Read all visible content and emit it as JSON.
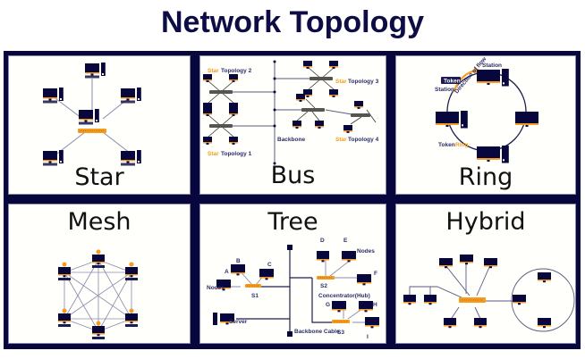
{
  "title": "Network Topology",
  "colors": {
    "navy": "#07063d",
    "orange": "#f79b1c",
    "panel_bg": "#fffffb",
    "line": "#8b8ab0"
  },
  "panels": [
    {
      "id": "star",
      "label": "Star"
    },
    {
      "id": "bus",
      "label": "Bus",
      "annotations": {
        "star1_prefix": "Star",
        "star1_suffix": " Topology 1",
        "star2_prefix": "Star",
        "star2_suffix": " Topology 2",
        "star3_prefix": "Star",
        "star3_suffix": " Topology 3",
        "star4_prefix": "Star",
        "star4_suffix": " Topology 4",
        "backbone": "Backbone"
      }
    },
    {
      "id": "ring",
      "label": "Ring",
      "annotations": {
        "station_top": "Station",
        "station_left": "Station",
        "token": "Token",
        "direction": "Direction of flow",
        "token_ring_prefix": "Token",
        "token_ring_suffix": " Ring"
      }
    },
    {
      "id": "mesh",
      "label": "Mesh"
    },
    {
      "id": "tree",
      "label": "Tree",
      "annotations": {
        "a": "A",
        "b": "B",
        "c": "C",
        "d": "D",
        "e": "E",
        "f": "F",
        "g": "G",
        "h": "H",
        "i": "I",
        "s1": "S1",
        "s2": "S2",
        "s3": "S3",
        "nodes_left": "Nodes",
        "nodes_right": "Nodes",
        "hub": "Concentrator(Hub)",
        "server": "Server",
        "backbone": "Backbone Cable"
      }
    },
    {
      "id": "hybrid",
      "label": "Hybrid"
    }
  ]
}
